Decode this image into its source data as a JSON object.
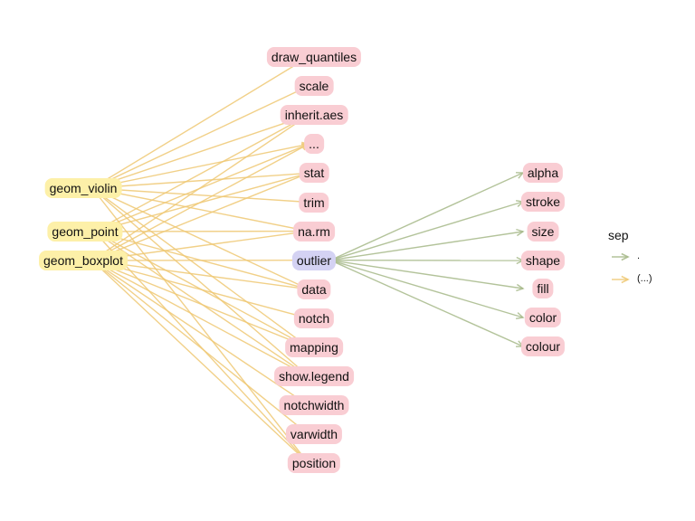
{
  "edge_colors": {
    ".": "#a6b888",
    "(...)": "#efc873"
  },
  "node_colors": {
    "function": "#fdf0a8",
    "param": "#f9cdd3",
    "outlier": "#d4d2f3"
  },
  "functions": [
    "geom_violin",
    "geom_point",
    "geom_boxplot"
  ],
  "params": [
    "draw_quantiles",
    "scale",
    "inherit.aes",
    "...",
    "stat",
    "trim",
    "na.rm",
    "outlier",
    "data",
    "notch",
    "mapping",
    "show.legend",
    "notchwidth",
    "varwidth",
    "position"
  ],
  "subparams": [
    "alpha",
    "stroke",
    "size",
    "shape",
    "fill",
    "color",
    "colour"
  ],
  "legend": {
    "title": "sep",
    "items": [
      {
        "label": ".",
        "edge": "."
      },
      {
        "label": "(...)",
        "edge": "(...)"
      }
    ]
  },
  "edges": [
    {
      "from": "geom_violin",
      "to": "draw_quantiles",
      "sep": "(...)"
    },
    {
      "from": "geom_violin",
      "to": "scale",
      "sep": "(...)"
    },
    {
      "from": "geom_violin",
      "to": "inherit.aes",
      "sep": "(...)"
    },
    {
      "from": "geom_violin",
      "to": "...",
      "sep": "(...)"
    },
    {
      "from": "geom_violin",
      "to": "stat",
      "sep": "(...)"
    },
    {
      "from": "geom_violin",
      "to": "trim",
      "sep": "(...)"
    },
    {
      "from": "geom_violin",
      "to": "na.rm",
      "sep": "(...)"
    },
    {
      "from": "geom_violin",
      "to": "data",
      "sep": "(...)"
    },
    {
      "from": "geom_violin",
      "to": "mapping",
      "sep": "(...)"
    },
    {
      "from": "geom_violin",
      "to": "show.legend",
      "sep": "(...)"
    },
    {
      "from": "geom_violin",
      "to": "position",
      "sep": "(...)"
    },
    {
      "from": "geom_point",
      "to": "inherit.aes",
      "sep": "(...)"
    },
    {
      "from": "geom_point",
      "to": "...",
      "sep": "(...)"
    },
    {
      "from": "geom_point",
      "to": "stat",
      "sep": "(...)"
    },
    {
      "from": "geom_point",
      "to": "na.rm",
      "sep": "(...)"
    },
    {
      "from": "geom_point",
      "to": "data",
      "sep": "(...)"
    },
    {
      "from": "geom_point",
      "to": "mapping",
      "sep": "(...)"
    },
    {
      "from": "geom_point",
      "to": "show.legend",
      "sep": "(...)"
    },
    {
      "from": "geom_point",
      "to": "position",
      "sep": "(...)"
    },
    {
      "from": "geom_boxplot",
      "to": "inherit.aes",
      "sep": "(...)"
    },
    {
      "from": "geom_boxplot",
      "to": "...",
      "sep": "(...)"
    },
    {
      "from": "geom_boxplot",
      "to": "stat",
      "sep": "(...)"
    },
    {
      "from": "geom_boxplot",
      "to": "na.rm",
      "sep": "(...)"
    },
    {
      "from": "geom_boxplot",
      "to": "outlier",
      "sep": "(...)"
    },
    {
      "from": "geom_boxplot",
      "to": "data",
      "sep": "(...)"
    },
    {
      "from": "geom_boxplot",
      "to": "notch",
      "sep": "(...)"
    },
    {
      "from": "geom_boxplot",
      "to": "mapping",
      "sep": "(...)"
    },
    {
      "from": "geom_boxplot",
      "to": "show.legend",
      "sep": "(...)"
    },
    {
      "from": "geom_boxplot",
      "to": "notchwidth",
      "sep": "(...)"
    },
    {
      "from": "geom_boxplot",
      "to": "varwidth",
      "sep": "(...)"
    },
    {
      "from": "geom_boxplot",
      "to": "position",
      "sep": "(...)"
    },
    {
      "from": "outlier",
      "to": "alpha",
      "sep": "."
    },
    {
      "from": "outlier",
      "to": "stroke",
      "sep": "."
    },
    {
      "from": "outlier",
      "to": "size",
      "sep": "."
    },
    {
      "from": "outlier",
      "to": "shape",
      "sep": "."
    },
    {
      "from": "outlier",
      "to": "fill",
      "sep": "."
    },
    {
      "from": "outlier",
      "to": "color",
      "sep": "."
    },
    {
      "from": "outlier",
      "to": "colour",
      "sep": "."
    }
  ]
}
